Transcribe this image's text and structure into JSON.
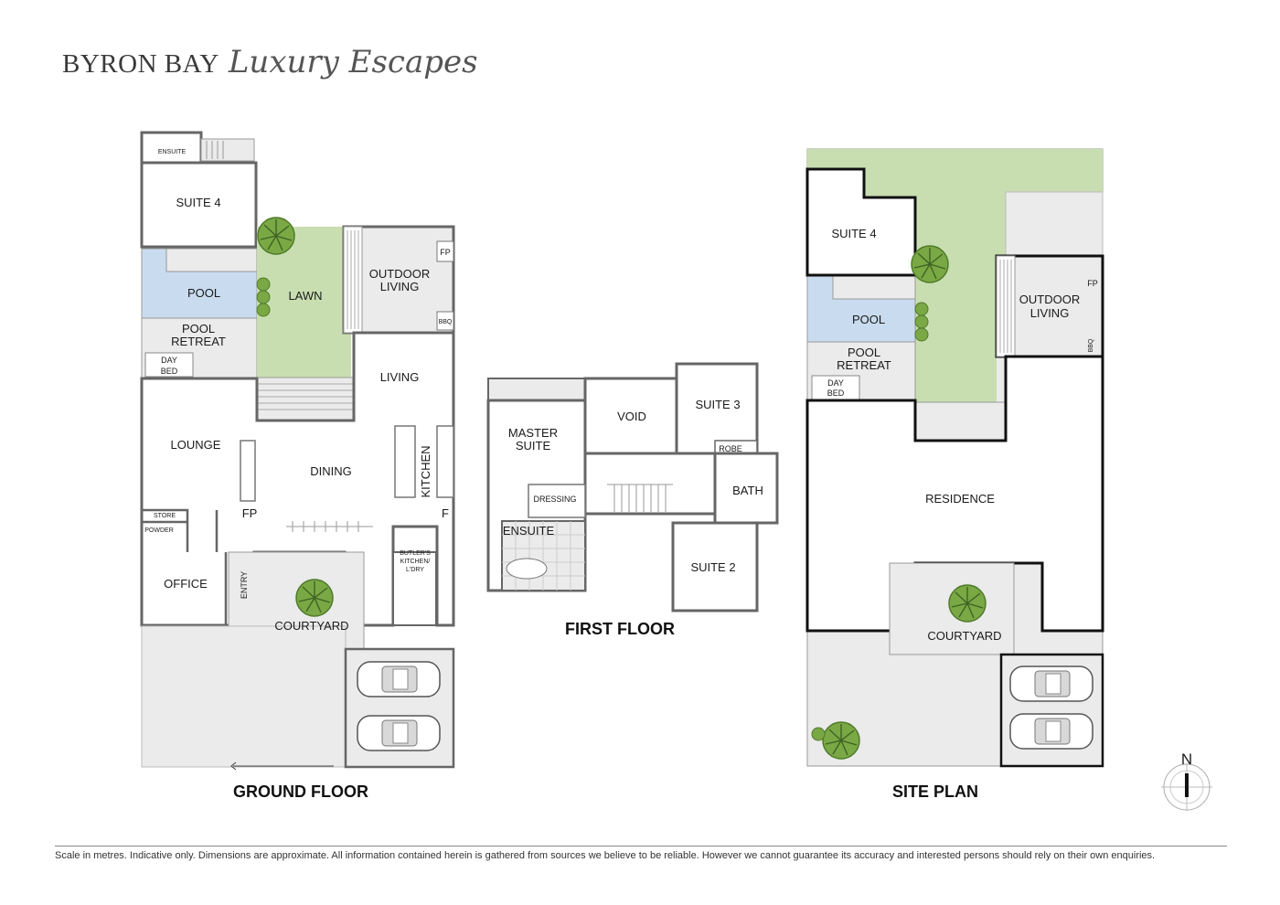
{
  "brand": {
    "name": "BYRON BAY",
    "script": "Luxury Escapes"
  },
  "plans": {
    "ground_floor": {
      "title": "GROUND FLOOR",
      "rooms": {
        "ensuite": "ENSUITE",
        "suite4": "SUITE 4",
        "pool": "POOL",
        "lawn": "LAWN",
        "outdoor1": "OUTDOOR",
        "outdoor2": "LIVING",
        "fp_outdoor": "FP",
        "bbq": "BBQ",
        "pool_retreat1": "POOL",
        "pool_retreat2": "RETREAT",
        "daybed1": "DAY",
        "daybed2": "BED",
        "living": "LIVING",
        "lounge": "LOUNGE",
        "dining": "DINING",
        "kitchen": "KITCHEN",
        "fp": "FP",
        "f": "F",
        "store": "STORE",
        "powder": "POWDER",
        "butlers1": "BUTLER'S",
        "butlers2": "KITCHEN/",
        "butlers3": "L'DRY",
        "office": "OFFICE",
        "entry": "ENTRY",
        "courtyard": "COURTYARD"
      }
    },
    "first_floor": {
      "title": "FIRST FLOOR",
      "rooms": {
        "master1": "MASTER",
        "master2": "SUITE",
        "void": "VOID",
        "suite3": "SUITE 3",
        "robe": "ROBE",
        "bath": "BATH",
        "dressing": "DRESSING",
        "ensuite": "ENSUITE",
        "suite2": "SUITE 2"
      }
    },
    "site_plan": {
      "title": "SITE PLAN",
      "rooms": {
        "suite4": "SUITE 4",
        "pool": "POOL",
        "outdoor1": "OUTDOOR",
        "outdoor2": "LIVING",
        "fp": "FP",
        "bbq": "BBQ",
        "pool_retreat1": "POOL",
        "pool_retreat2": "RETREAT",
        "daybed1": "DAY",
        "daybed2": "BED",
        "residence": "RESIDENCE",
        "courtyard": "COURTYARD"
      }
    }
  },
  "compass": {
    "label": "N"
  },
  "disclaimer": "Scale in metres. Indicative only. Dimensions are approximate. All information contained herein is gathered from sources we believe to be reliable. However we cannot guarantee its accuracy and interested persons should rely on their own enquiries.",
  "colors": {
    "lawn": "#c8deb0",
    "pool": "#c9dcef",
    "paving": "#ebebeb",
    "wall": "#666666",
    "tree": "#6e9c3c"
  }
}
